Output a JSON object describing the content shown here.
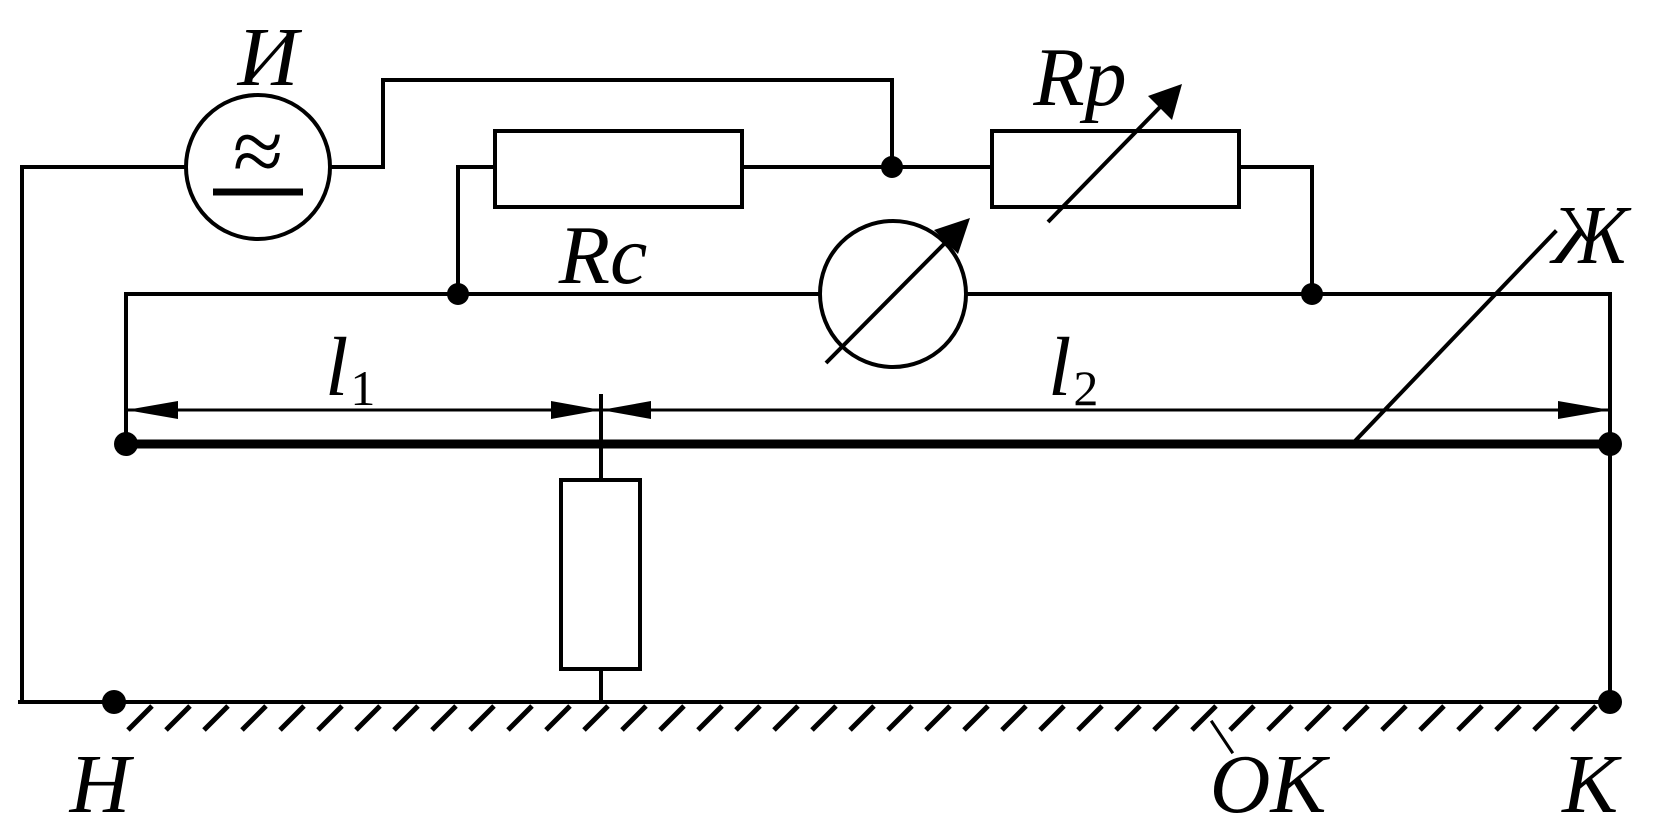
{
  "labels": {
    "source": "И",
    "source_symbol": "≈",
    "r_comparison": "Rc",
    "r_adjustable": "Rp",
    "core": "Ж",
    "l1_letter": "l",
    "l1_index": "1",
    "l2_letter": "l",
    "l2_index": "2",
    "start": "Н",
    "end": "К",
    "sheath": "ОК"
  }
}
